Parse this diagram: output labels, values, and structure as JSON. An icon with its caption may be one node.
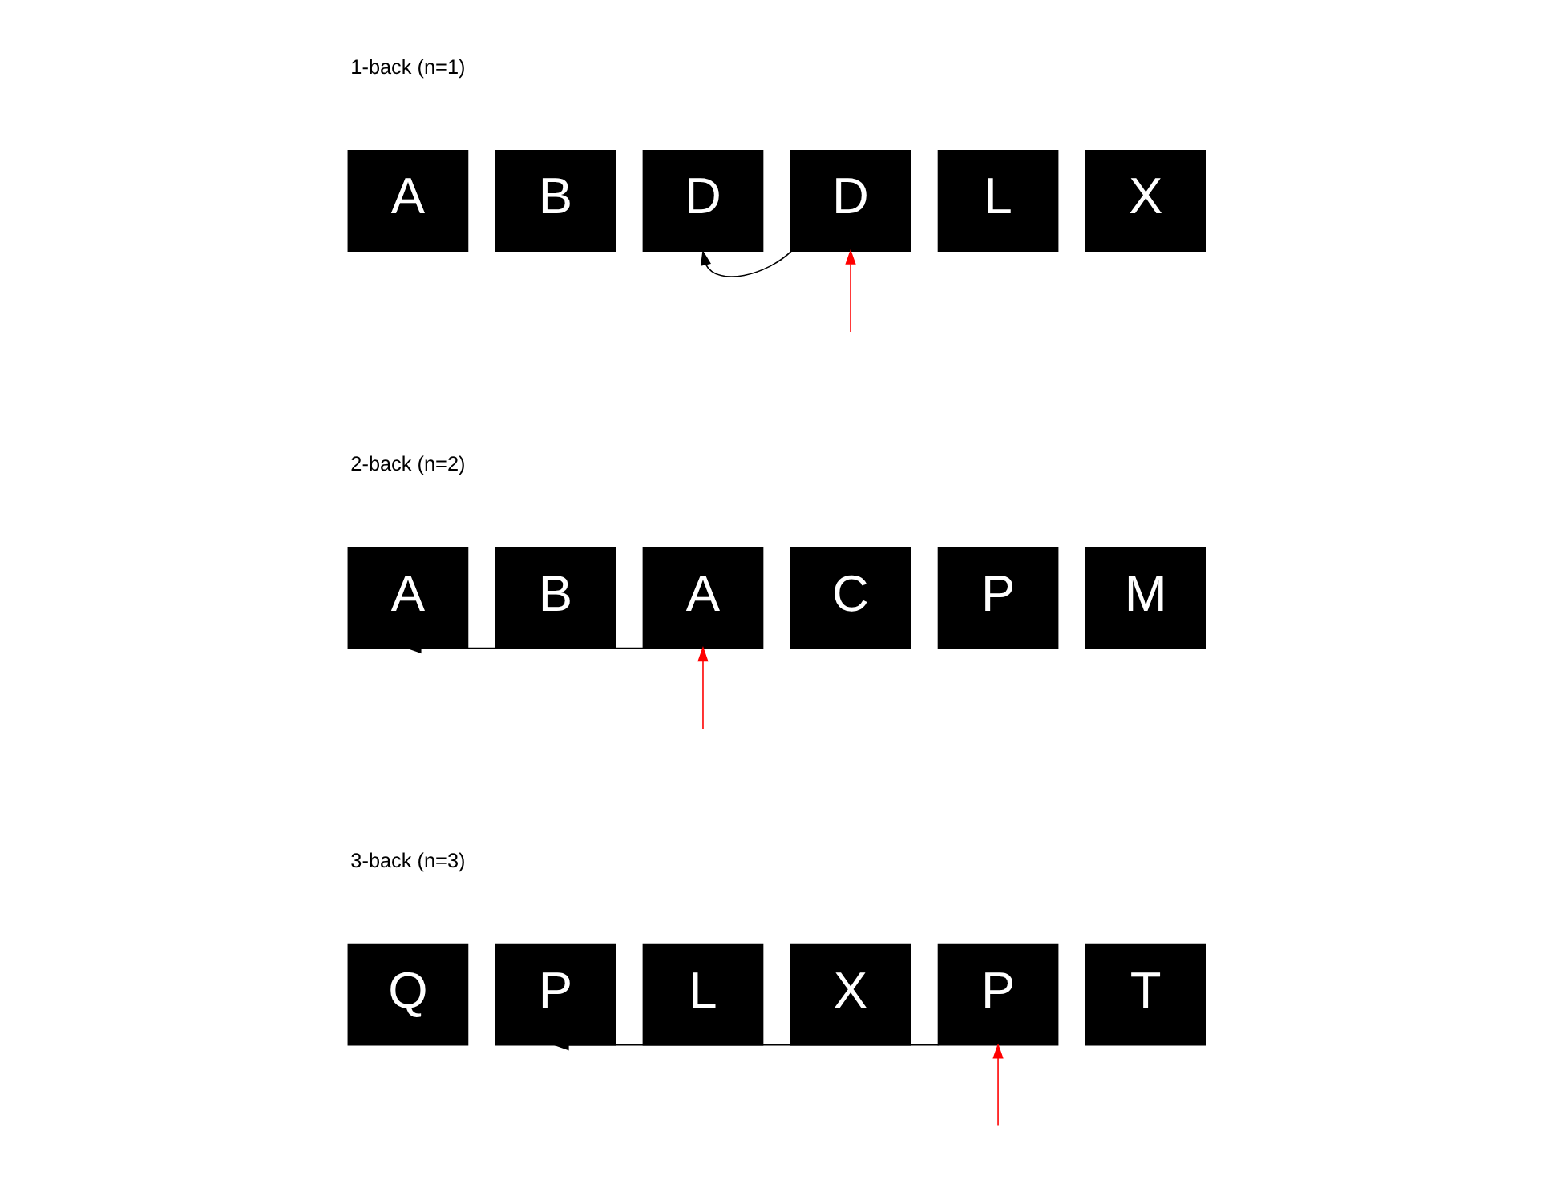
{
  "diagram": {
    "nodes": [
      {
        "text": [
          "A"
        ]
      },
      {
        "text": [
          "B"
        ]
      },
      {
        "text": [
          "D"
        ]
      },
      {
        "text": [
          "D"
        ]
      },
      {
        "text": [
          "L"
        ]
      },
      {
        "text": [
          "X"
        ]
      },
      {
        "text": [
          "A"
        ]
      },
      {
        "text": [
          "B"
        ]
      },
      {
        "text": [
          "A"
        ]
      },
      {
        "text": [
          "C"
        ]
      },
      {
        "text": [
          "P"
        ]
      },
      {
        "text": [
          "M"
        ]
      },
      {
        "text": [
          "Q"
        ]
      },
      {
        "text": [
          "P"
        ]
      },
      {
        "text": [
          "L"
        ]
      },
      {
        "text": [
          "X"
        ]
      },
      {
        "text": [
          "P"
        ]
      },
      {
        "text": [
          "T"
        ]
      }
    ],
    "edges": [
      {
        "from": 3,
        "to": 2,
        "arrow": "to"
      },
      {
        "from": null,
        "to": 3,
        "arrow": "to",
        "color": "#ff0000"
      },
      {
        "from": 8,
        "to": 6,
        "arrow": "to"
      },
      {
        "from": null,
        "to": 8,
        "arrow": "to",
        "color": "#ff0000"
      },
      {
        "from": 16,
        "to": 13,
        "arrow": "to"
      },
      {
        "from": null,
        "to": 16,
        "arrow": "to",
        "color": "#ff0000"
      }
    ],
    "labels": [
      "1-back (n=1)",
      "2-back (n=2)",
      "3-back (n=3)"
    ]
  }
}
